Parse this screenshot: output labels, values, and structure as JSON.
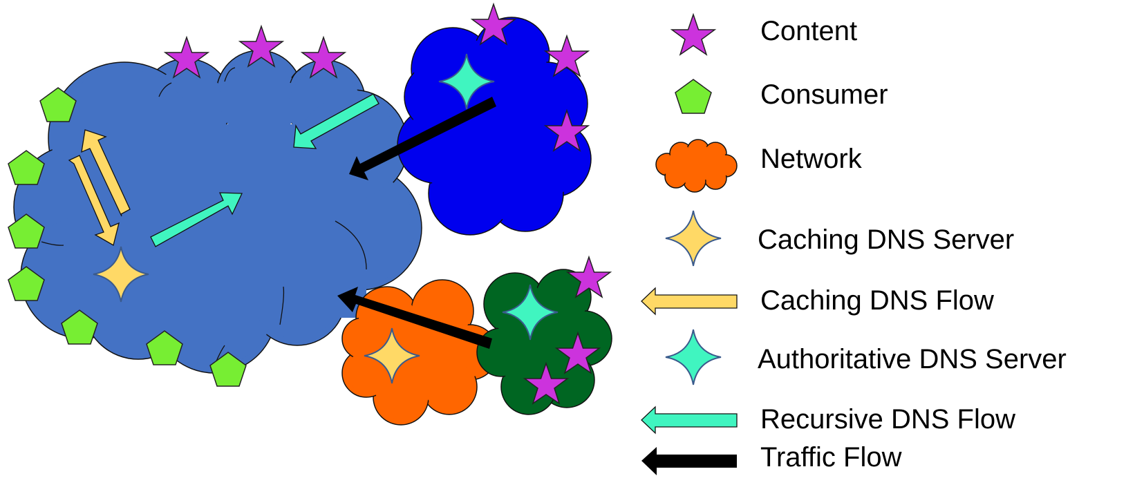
{
  "legend": {
    "items": [
      {
        "label": "Content",
        "symbol": "purple-star-icon"
      },
      {
        "label": "Consumer",
        "symbol": "green-pentagon-icon"
      },
      {
        "label": "Network",
        "symbol": "orange-cloud-icon"
      },
      {
        "label": "Caching DNS Server",
        "symbol": "yellow-four-point-star-icon"
      },
      {
        "label": "Caching DNS Flow",
        "symbol": "yellow-arrow-icon"
      },
      {
        "label": "Authoritative DNS Server",
        "symbol": "teal-four-point-star-icon"
      },
      {
        "label": "Recursive DNS Flow",
        "symbol": "teal-arrow-icon"
      },
      {
        "label": "Traffic Flow",
        "symbol": "black-arrow-icon"
      }
    ]
  },
  "colors": {
    "content_star": "#CC33DD",
    "consumer_pentagon": "#77EE33",
    "network_orange": "#FF6600",
    "main_network_blue": "#4472C4",
    "provider_network_blue": "#0000EE",
    "provider_network_green": "#006622",
    "caching_server": "#FFD966",
    "authoritative_server": "#40F5C0",
    "caching_flow": "#FFD966",
    "recursive_flow": "#40F5C0",
    "traffic_flow": "#000000"
  }
}
